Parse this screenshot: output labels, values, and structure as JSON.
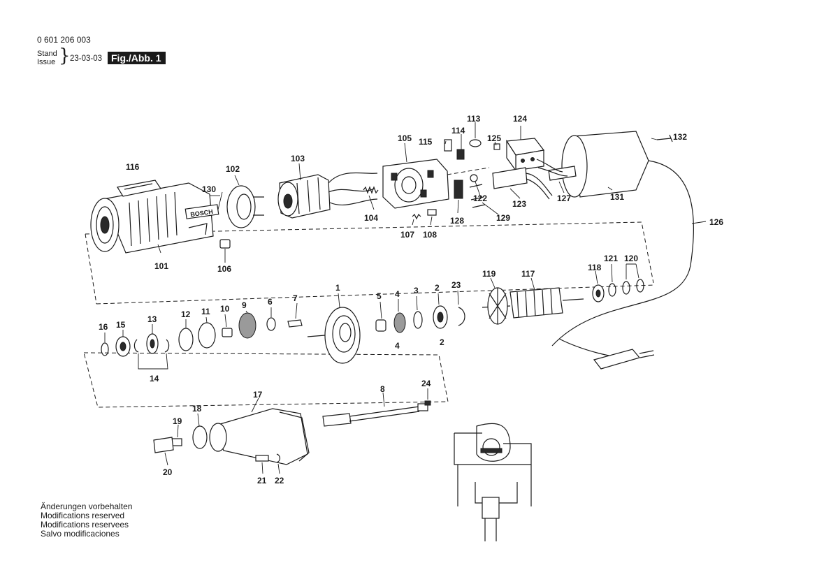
{
  "header": {
    "part_number": "0 601 206 003",
    "stand_label": "Stand",
    "issue_label": "Issue",
    "issue_date": "23-03-03",
    "figure": "Fig./Abb. 1"
  },
  "disclaimer": [
    "Änderungen vorbehalten",
    "Modifications reserved",
    "Modifications reservees",
    "Salvo modificaciones"
  ],
  "brand_marking": "BOSCH",
  "part_labels": {
    "p1": "1",
    "p2a": "2",
    "p2b": "2",
    "p3": "3",
    "p4a": "4",
    "p4b": "4",
    "p5": "5",
    "p6": "6",
    "p7": "7",
    "p8": "8",
    "p9": "9",
    "p10": "10",
    "p11": "11",
    "p12": "12",
    "p13": "13",
    "p14": "14",
    "p15": "15",
    "p16": "16",
    "p17": "17",
    "p18": "18",
    "p19": "19",
    "p20": "20",
    "p21": "21",
    "p22": "22",
    "p23": "23",
    "p24": "24",
    "p101": "101",
    "p102": "102",
    "p103": "103",
    "p104": "104",
    "p105": "105",
    "p106": "106",
    "p107": "107",
    "p108": "108",
    "p113": "113",
    "p114": "114",
    "p115": "115",
    "p116": "116",
    "p117": "117",
    "p118": "118",
    "p119": "119",
    "p120": "120",
    "p121": "121",
    "p122": "122",
    "p123": "123",
    "p124": "124",
    "p125": "125",
    "p126": "126",
    "p127": "127",
    "p128": "128",
    "p129": "129",
    "p130": "130",
    "p131": "131",
    "p132": "132"
  }
}
